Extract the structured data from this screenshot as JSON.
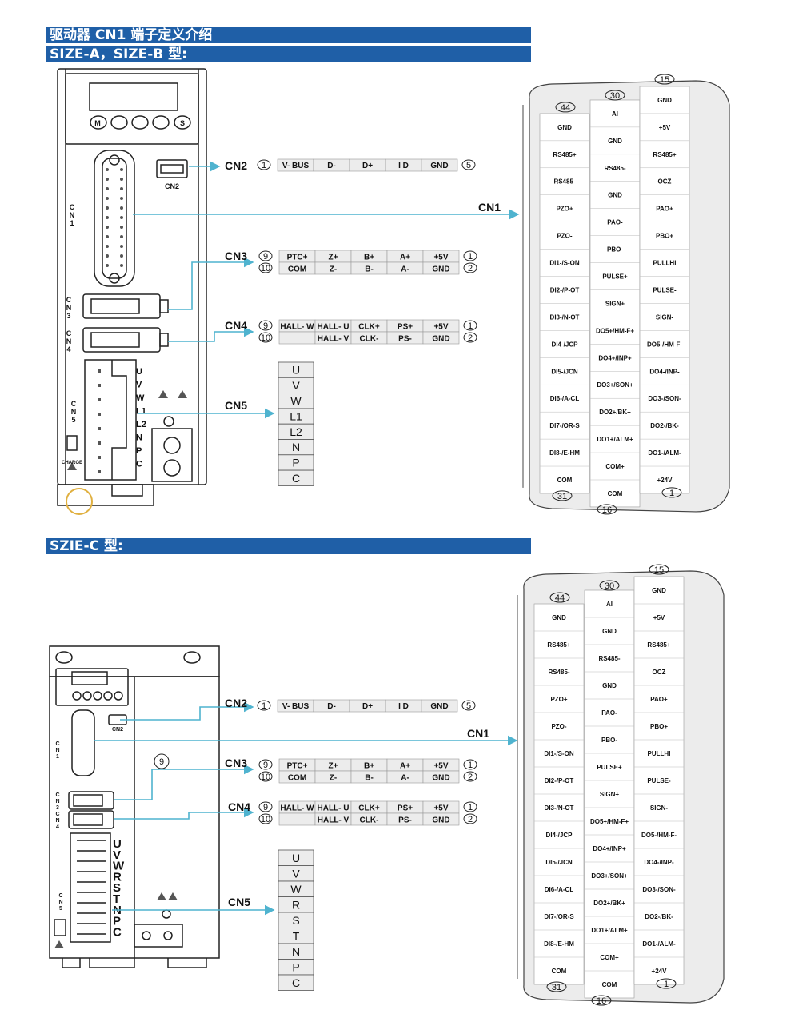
{
  "header": {
    "title": "驱动器 CN1 端子定义介绍",
    "size_ab": "SIZE-A，SIZE-B 型:",
    "size_c": "SZIE-C 型:"
  },
  "labels": {
    "cn1": "CN1",
    "cn2": "CN2",
    "cn3": "CN3",
    "cn4": "CN4",
    "cn5": "CN5",
    "cn2_small": "CN2",
    "charge": "CHARGE",
    "pin_9": "9"
  },
  "cn2": {
    "pin_left": "1",
    "pin_right": "5",
    "cells": [
      "V- BUS",
      "D-",
      "D+",
      "I D",
      "GND"
    ]
  },
  "cn3": {
    "pins_left": [
      "9",
      "10"
    ],
    "pins_right": [
      "1",
      "2"
    ],
    "top": [
      "PTC+",
      "Z+",
      "B+",
      "A+",
      "+5V"
    ],
    "bottom": [
      "COM",
      "Z-",
      "B-",
      "A-",
      "GND"
    ]
  },
  "cn4": {
    "pins_left": [
      "9",
      "10"
    ],
    "pins_right": [
      "1",
      "2"
    ],
    "top": [
      "HALL- W",
      "HALL- U",
      "CLK+",
      "PS+",
      "+5V"
    ],
    "bottom": [
      "",
      "HALL- V",
      "CLK-",
      "PS-",
      "GND"
    ]
  },
  "cn5_ab": [
    "U",
    "V",
    "W",
    "L1",
    "L2",
    "N",
    "P",
    "C"
  ],
  "cn5_c": [
    "U",
    "V",
    "W",
    "R",
    "S",
    "T",
    "N",
    "P",
    "C"
  ],
  "drive_ab_labels": [
    "U",
    "V",
    "W",
    "L1",
    "L2",
    "N",
    "P",
    "C"
  ],
  "drive_c_labels": [
    "U",
    "V",
    "W",
    "R",
    "S",
    "T",
    "N",
    "P",
    "C"
  ],
  "cn1_connector": {
    "pin_numbers": [
      "15",
      "30",
      "44",
      "31",
      "16",
      "1"
    ],
    "col_left": [
      "GND",
      "RS485+",
      "RS485-",
      "PZO+",
      "PZO-",
      "DI1-/S-ON",
      "DI2-/P-OT",
      "DI3-/N-OT",
      "DI4-/JCP",
      "DI5-/JCN",
      "DI6-/A-CL",
      "DI7-/OR-S",
      "DI8-/E-HM",
      "COM"
    ],
    "col_mid": [
      "AI",
      "GND",
      "RS485-",
      "GND",
      "PAO-",
      "PBO-",
      "PULSE+",
      "SIGN+",
      "DO5+/HM-F+",
      "DO4+/INP+",
      "DO3+/SON+",
      "DO2+/BK+",
      "DO1+/ALM+",
      "COM+",
      "COM"
    ],
    "col_right": [
      "GND",
      "+5V",
      "RS485+",
      "OCZ",
      "PAO+",
      "PBO+",
      "PULLHI",
      "PULSE-",
      "SIGN-",
      "DO5-/HM-F-",
      "DO4-/INP-",
      "DO3-/SON-",
      "DO2-/BK-",
      "DO1-/ALM-",
      "+24V"
    ]
  },
  "colors": {
    "banner": "#1f5fa7",
    "arrow": "#4fb3cf",
    "cell_fill": "#ececec",
    "outline": "#222222"
  }
}
